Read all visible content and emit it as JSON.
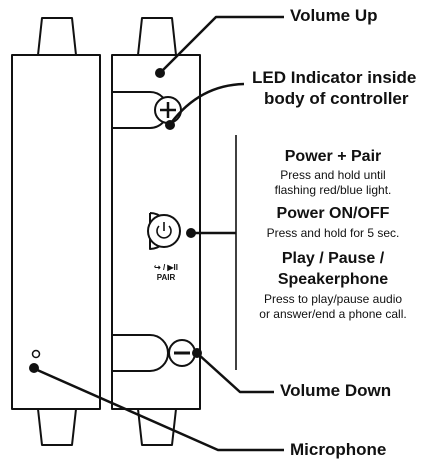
{
  "labels": {
    "volume_up": "Volume Up",
    "led_line1": "LED Indicator inside",
    "led_line2": "body of controller",
    "power_pair_title": "Power + Pair",
    "power_pair_desc1": "Press and hold until",
    "power_pair_desc2": "flashing red/blue light.",
    "power_onoff_title": "Power ON/OFF",
    "power_onoff_desc": "Press and hold for 5 sec.",
    "play_title1": "Play / Pause /",
    "play_title2": "Speakerphone",
    "play_desc1": "Press to play/pause audio",
    "play_desc2": "or answer/end a phone call.",
    "volume_down": "Volume Down",
    "microphone": "Microphone"
  },
  "device": {
    "button_symbols": {
      "plus": "+",
      "minus": "−",
      "power": "⏻",
      "call_play": "↪ / ▶II",
      "pair": "PAIR"
    }
  },
  "colors": {
    "line": "#111111",
    "body_fill": "#ffffff"
  }
}
